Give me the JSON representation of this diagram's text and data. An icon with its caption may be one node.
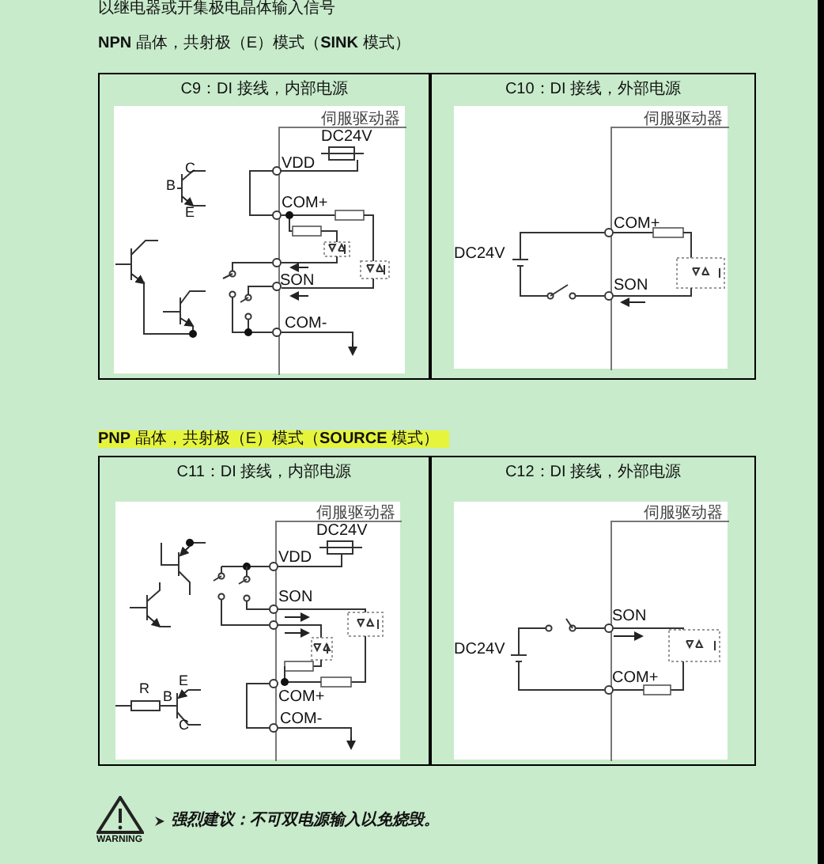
{
  "diagram": {
    "nodes": [
      {
        "text": [
          "C9：DI 接线，内部电源"
        ]
      },
      {
        "text": [
          "伺服驱动器"
        ],
        "in": 0
      },
      {
        "text": [
          "C10：DI 接线，外部电源"
        ]
      },
      {
        "text": [
          "伺服驱动器"
        ],
        "in": 2
      },
      {
        "text": [
          "C11：DI 接线，内部电源"
        ]
      },
      {
        "text": [
          "伺服驱动器"
        ],
        "in": 4
      },
      {
        "text": [
          "C12：DI 接线，外部电源"
        ]
      },
      {
        "text": [
          "伺服驱动器"
        ],
        "in": 6
      }
    ],
    "labels": [
      "以继电器或开集极电晶体输入信号",
      "**NPN** 晶体，共射极（E）模式（**SINK** 模式）",
      "DC24V",
      "VDD",
      "C",
      "B",
      "COM+",
      "E",
      "SON",
      "COM-",
      "COM+",
      "DC24V",
      "SON",
      "**PNP** 晶体，共射极（E）模式（**SOURCE** 模式）",
      "DC24V",
      "VDD",
      "SON",
      "E",
      "R",
      "B",
      "COM+",
      "C",
      "COM-",
      "SON",
      "DC24V",
      "COM+",
      "WARNING",
      "强烈建议：不可双电源输入以免烧毁。"
    ]
  }
}
